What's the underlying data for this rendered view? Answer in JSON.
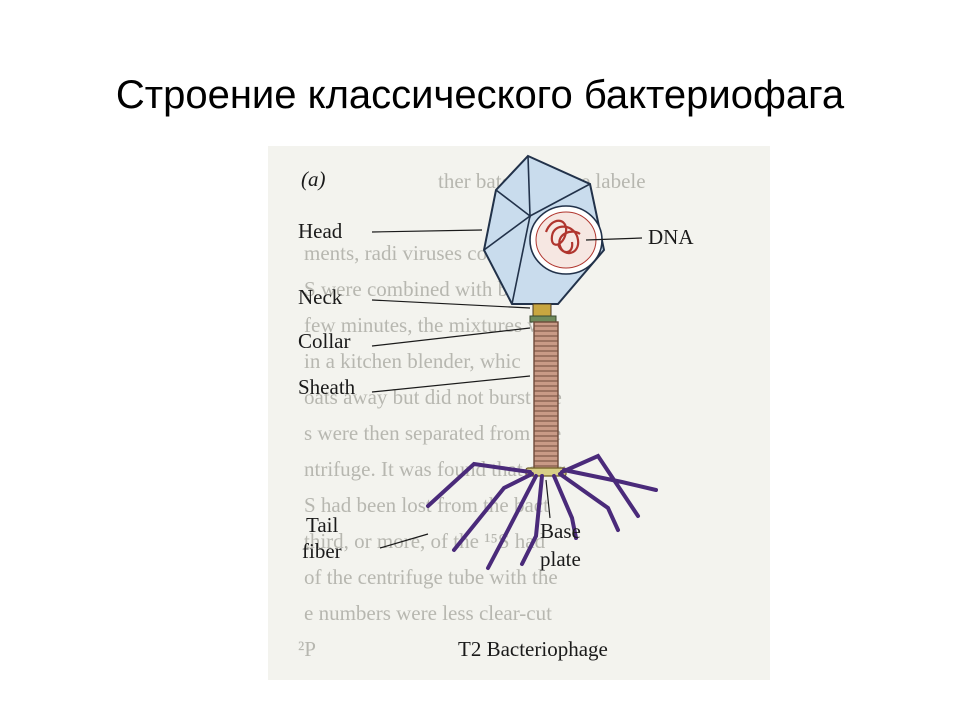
{
  "slide": {
    "title": "Строение классического бактериофага"
  },
  "figure": {
    "panel_label": "(a)",
    "caption": "T2 Bacteriophage",
    "labels": {
      "head": "Head",
      "dna": "DNA",
      "neck": "Neck",
      "collar": "Collar",
      "sheath": "Sheath",
      "tail_fiber_line1": "Tail",
      "tail_fiber_line2": "fiber",
      "base_plate_line1": "Base",
      "base_plate_line2": "plate"
    },
    "background_text_lines": [
      "ther batch of  were labele",
      "ments, radi   viruses con-",
      "S were combined with bacteri",
      "few minutes, the mixtures we",
      "in a kitchen blender, whic",
      "oats away but did not burst the",
      "s were then separated from the",
      "ntrifuge. It was found that over",
      "S had been lost from the bact",
      "third, or more, of the  ¹⁵S had",
      "   of the centrifuge tube with the",
      "e numbers were less clear-cut",
      "                          ²P"
    ],
    "colors": {
      "head": "#c9dced",
      "head_edge": "#22324a",
      "dna": "#b0352e",
      "tail": "#b98871",
      "tail_ring": "#6e4a3a",
      "collar": "#bfa24a",
      "fiber": "#4a2a7a",
      "base_plate": "#d9cf87"
    }
  }
}
